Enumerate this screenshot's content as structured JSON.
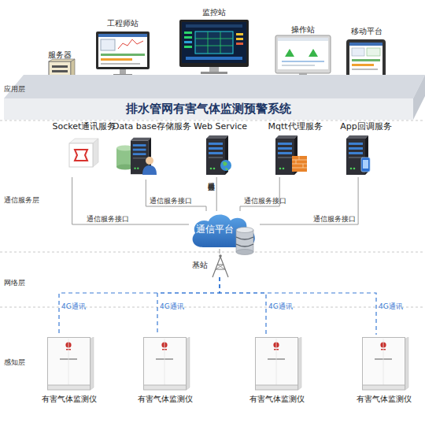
{
  "diagram": {
    "nodes": [
      {
        "text": [
          "排水管网有害气体监测预警系统"
        ]
      },
      {
        "text": [
          "服务器"
        ]
      },
      {
        "text": [
          "工程师站"
        ]
      },
      {
        "text": [
          "监控站"
        ]
      },
      {
        "text": [
          "操作站"
        ]
      },
      {
        "text": [
          "移动平台"
        ]
      },
      {
        "text": [
          "Socket通讯服务"
        ]
      },
      {
        "text": [
          "Data base存储服务"
        ]
      },
      {
        "text": [
          "Web Service"
        ]
      },
      {
        "text": [
          "Mqtt代理服务"
        ]
      },
      {
        "text": [
          "App回调服务"
        ]
      },
      {
        "text": [
          "通信平台"
        ]
      },
      {
        "text": [
          "基站"
        ]
      },
      {
        "text": [
          "有害气体监测仪"
        ]
      },
      {
        "text": [
          "有害气体监测仪"
        ]
      },
      {
        "text": [
          "有害气体监测仪"
        ]
      },
      {
        "text": [
          "有害气体监测仪"
        ]
      }
    ],
    "edges": [
      {
        "from": 6,
        "to": 11,
        "arrow": "none",
        "label": "通信服务接口"
      },
      {
        "from": 7,
        "to": 11,
        "arrow": "none",
        "label": "通信服务接口"
      },
      {
        "from": 8,
        "to": 11,
        "arrow": "none",
        "label": "通信服务接口"
      },
      {
        "from": 9,
        "to": 11,
        "arrow": "none",
        "label": "通信服务接口"
      },
      {
        "from": 10,
        "to": 11,
        "arrow": "none",
        "label": "通信服务接口"
      },
      {
        "from": 11,
        "to": 12,
        "arrow": "none"
      },
      {
        "from": 12,
        "to": 13,
        "arrow": "none",
        "label": "4G通讯"
      },
      {
        "from": 12,
        "to": 14,
        "arrow": "none",
        "label": "4G通讯"
      },
      {
        "from": 12,
        "to": 15,
        "arrow": "none",
        "label": "4G通讯"
      },
      {
        "from": 12,
        "to": 16,
        "arrow": "none",
        "label": "4G通讯"
      }
    ],
    "labels": [
      "应用层",
      "通信服务层",
      "网络层",
      "感知层"
    ]
  }
}
